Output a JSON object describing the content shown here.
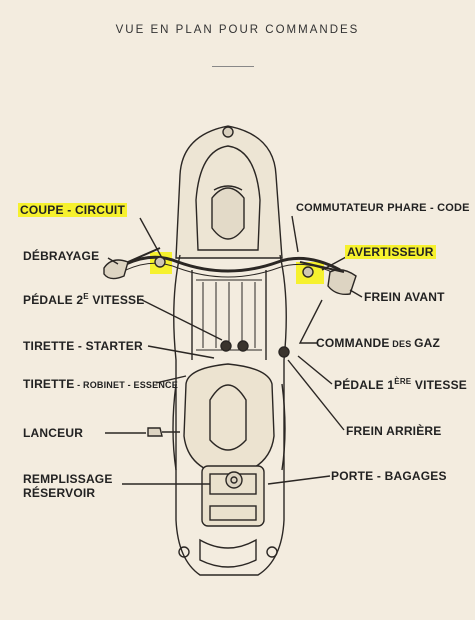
{
  "title": "VUE EN PLAN POUR COMMANDES",
  "highlight_color": "#f6f12e",
  "labels": {
    "coupe_circuit": "COUPE - CIRCUIT",
    "debrayage": "DÉBRAYAGE",
    "pedale2_a": "PÉDALE 2",
    "pedale2_sup": "E",
    "pedale2_b": " VITESSE",
    "tirette_starter": "TIRETTE - STARTER",
    "tirette_robinet_a": "TIRETTE",
    "tirette_robinet_b": " - ROBINET - ESSENCE",
    "lanceur": "LANCEUR",
    "remplissage": "REMPLISSAGE",
    "reservoir": "RÉSERVOIR",
    "commutateur": "COMMUTATEUR PHARE - CODE",
    "avertisseur": "AVERTISSEUR",
    "frein_avant": "FREIN AVANT",
    "commande_a": "COMMANDE",
    "commande_b": " DES ",
    "commande_c": "GAZ",
    "pedale1_a": "PÉDALE 1",
    "pedale1_sup": "ÈRE",
    "pedale1_b": " VITESSE",
    "frein_arriere": "FREIN ARRIÈRE",
    "porte_bagages": "PORTE - BAGAGES"
  }
}
